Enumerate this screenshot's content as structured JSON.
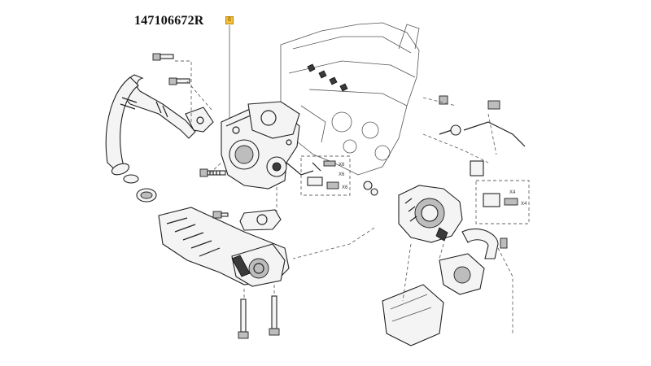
{
  "reference": {
    "code": "147106672R",
    "badge": "6"
  },
  "callout_labels": [
    "X6",
    "X6",
    "X6",
    "X4",
    "X4"
  ]
}
